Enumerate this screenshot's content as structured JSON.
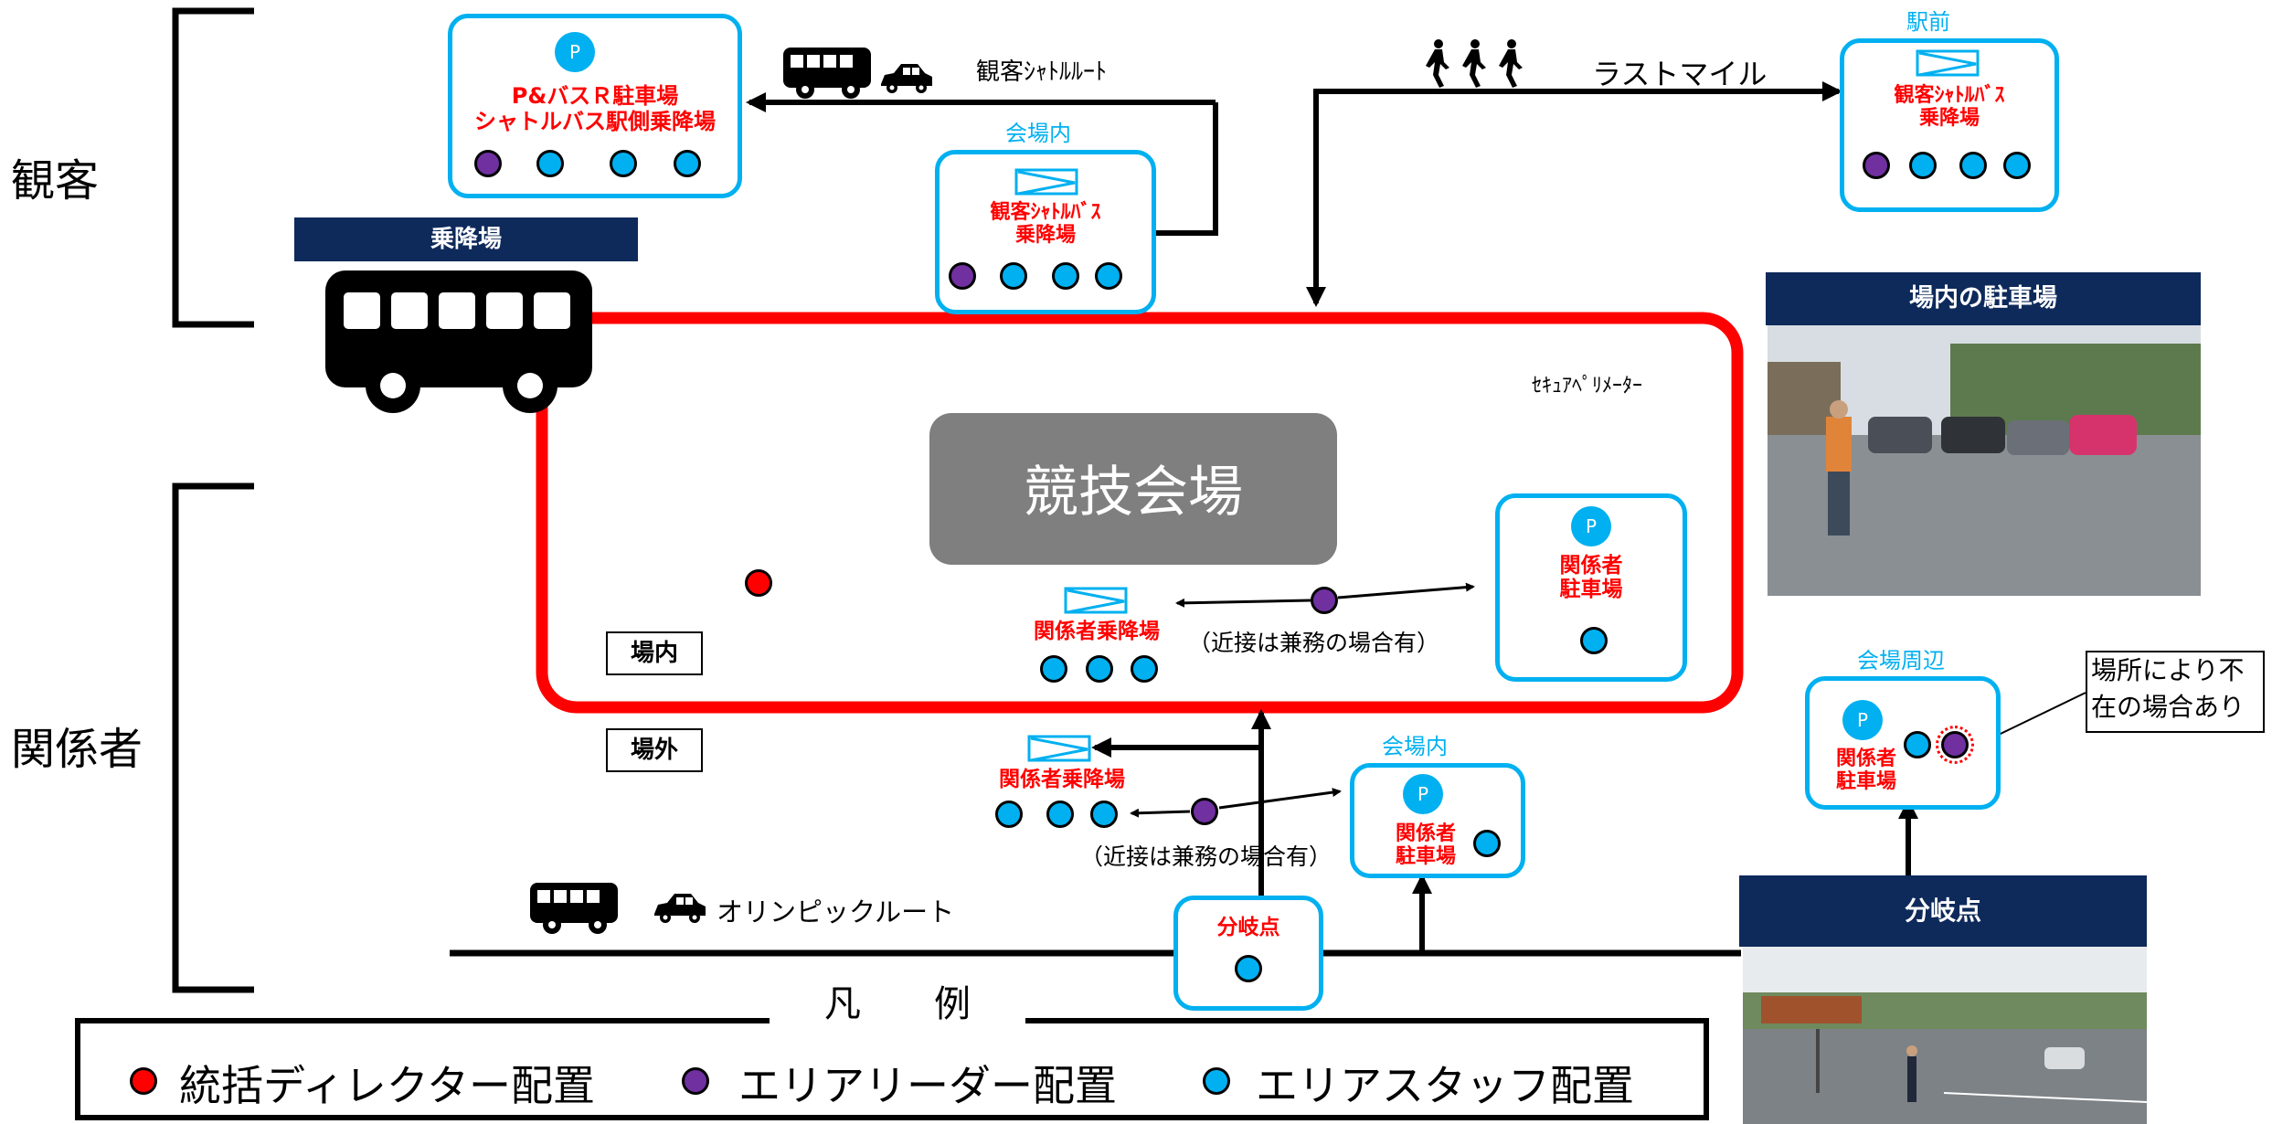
{
  "categories": {
    "spectators": "観客",
    "stakeholders": "関係者"
  },
  "boarding_header": "乗降場",
  "routes": {
    "shuttle": "観客ｼｬﾄﾙﾙｰﾄ",
    "last_mile": "ラストマイル",
    "olympic": "オリンピックルート"
  },
  "venue": {
    "name": "競技会場",
    "secure_perimeter": "ｾｷｭｱﾍﾟﾘﾒｰﾀｰ",
    "inside": "場内",
    "outside": "場外"
  },
  "pr_parking": {
    "badge": "P",
    "line1": "P&バスＲ駐車場",
    "line2": "シャトルバス駅側乗降場"
  },
  "venue_shuttle_stop": {
    "caption": "会場内",
    "line1": "観客ｼｬﾄﾙﾊﾞｽ",
    "line2": "乗降場"
  },
  "station_stop": {
    "caption": "駅前",
    "line1": "観客ｼｬﾄﾙﾊﾞｽ",
    "line2": "乗降場"
  },
  "inner_stakeholder_stop": {
    "label": "関係者乗降場",
    "note": "（近接は兼務の場合有）"
  },
  "inner_stakeholder_parking": {
    "badge": "P",
    "line1": "関係者",
    "line2": "駐車場"
  },
  "outer_stakeholder_stop": {
    "label": "関係者乗降場",
    "note": "（近接は兼務の場合有）"
  },
  "outer_stakeholder_parking": {
    "caption": "会場内",
    "badge": "P",
    "line1": "関係者",
    "line2": "駐車場"
  },
  "branch_point": {
    "label": "分岐点"
  },
  "surrounding_parking": {
    "caption": "会場周辺",
    "badge": "P",
    "line1": "関係者",
    "line2": "駐車場"
  },
  "callout": {
    "line1": "場所により不",
    "line2": "在の場合あり"
  },
  "photos": {
    "venue_parking": "場内の駐車場",
    "branch_point": "分岐点"
  },
  "legend": {
    "title": "凡　　例",
    "items": [
      {
        "label": "統括ディレクター配置",
        "color": "#FF0000"
      },
      {
        "label": "エリアリーダー配置",
        "color": "#7030A0"
      },
      {
        "label": "エリアスタッフ配置",
        "color": "#00B0F0"
      }
    ]
  },
  "colors": {
    "accent_blue": "#00B0F0",
    "leader_purple": "#7030A0",
    "director_red": "#FF0000",
    "navy": "#0E2A5B",
    "venue_gray": "#7F7F7F"
  },
  "icons": [
    "bus-icon",
    "car-icon",
    "pedestrian-icon",
    "parking-icon",
    "boarding-sign-icon"
  ]
}
